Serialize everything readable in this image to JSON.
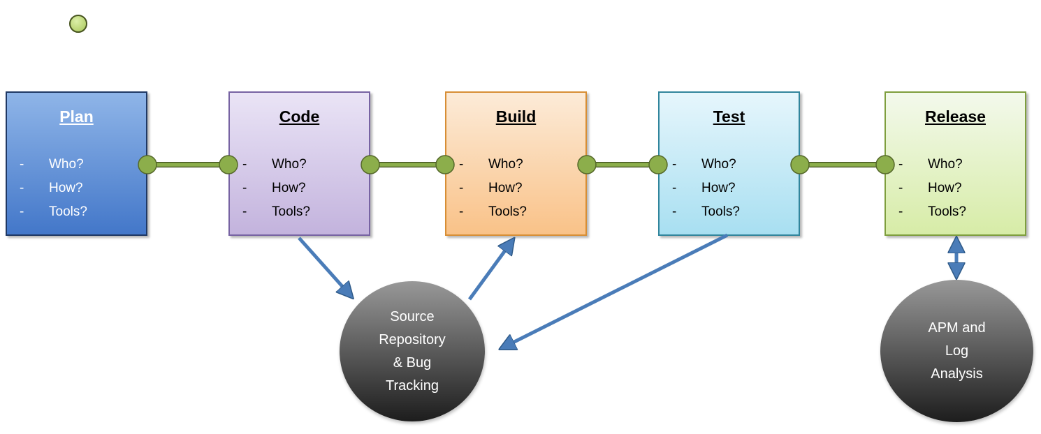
{
  "bullet_marker": "-",
  "stages": [
    {
      "label": "Plan",
      "bullets": [
        "Who?",
        "How?",
        "Tools?"
      ],
      "colors": {
        "top": "#8fb5e8",
        "bottom": "#4377c9",
        "border": "#1f3864",
        "text": "#ffffff"
      }
    },
    {
      "label": "Code",
      "bullets": [
        "Who?",
        "How?",
        "Tools?"
      ],
      "colors": {
        "top": "#eae4f6",
        "bottom": "#c3b3dd",
        "border": "#7763a3",
        "text": "#000000"
      }
    },
    {
      "label": "Build",
      "bullets": [
        "Who?",
        "How?",
        "Tools?"
      ],
      "colors": {
        "top": "#fcebd8",
        "bottom": "#f9c288",
        "border": "#d78e35",
        "text": "#000000"
      }
    },
    {
      "label": "Test",
      "bullets": [
        "Who?",
        "How?",
        "Tools?"
      ],
      "colors": {
        "top": "#e6f6fc",
        "bottom": "#a8dff1",
        "border": "#31859c",
        "text": "#000000"
      }
    },
    {
      "label": "Release",
      "bullets": [
        "Who?",
        "How?",
        "Tools?"
      ],
      "colors": {
        "top": "#f3f9ec",
        "bottom": "#d7eca7",
        "border": "#7e9e3d",
        "text": "#000000"
      }
    }
  ],
  "nodes": [
    {
      "lines": [
        "Source",
        "Repository",
        "& Bug",
        "Tracking"
      ],
      "colors": {
        "top": "#989898",
        "bottom": "#1d1d1d",
        "text": "#ffffff"
      }
    },
    {
      "lines": [
        "APM and",
        "Log",
        "Analysis"
      ],
      "colors": {
        "top": "#989898",
        "bottom": "#1d1d1d",
        "text": "#ffffff"
      }
    }
  ],
  "connector_color": "#8cae4b",
  "arrow_color": "#4a7cb8",
  "small_dot_color": "#b6d46f"
}
